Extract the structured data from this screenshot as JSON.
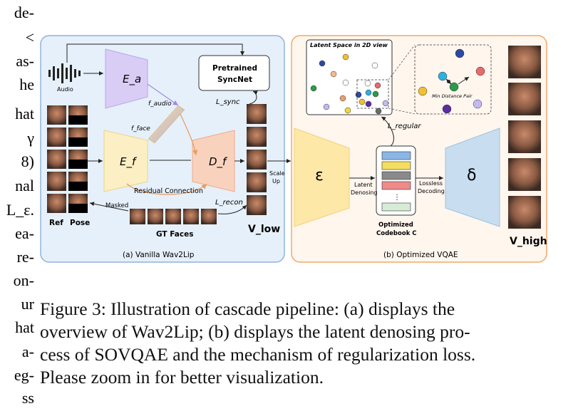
{
  "left_column_fragments": [
    "de-",
    "<",
    "as-",
    "he",
    "hat",
    "γ",
    "8)",
    "nal",
    "L_ε.",
    "ea-",
    "re-",
    "on-",
    "ur",
    "hat",
    "a-",
    "eg-",
    "ss"
  ],
  "figure": {
    "panel_a": {
      "caption": "(a) Vanilla Wav2Lip",
      "audio_label": "Audio",
      "audio_encoder": "E_a",
      "face_encoder": "E_f",
      "face_decoder": "D_f",
      "syncnet_line1": "Pretrained",
      "syncnet_line2": "SyncNet",
      "f_audio": "f_audio",
      "f_face": "f_face",
      "l_sync": "L_sync",
      "l_recon": "L_recon",
      "residual": "Residual Connection",
      "masked": "Masked",
      "ref": "Ref",
      "pose": "Pose",
      "gt_faces": "GT Faces",
      "v_low": "V_low",
      "scale_up_1": "Scale",
      "scale_up_2": "Up"
    },
    "panel_b": {
      "caption": "(b) Optimized VQAE",
      "latent_title": "Latent Space in 2D view",
      "min_distance": "Min Distance Pair",
      "l_regular": "L_regular",
      "encoder": "ε",
      "decoder": "δ",
      "latent_denosing_1": "Latent",
      "latent_denosing_2": "Denosing",
      "lossless_1": "Lossless",
      "lossless_2": "Decoding",
      "codebook_1": "Optimized",
      "codebook_2": "Codebook C",
      "v_high": "V_high"
    },
    "colors": {
      "panel_a_bg": "#e6f0fa",
      "panel_a_border": "#8fb4dc",
      "panel_b_bg": "#fff6ee",
      "panel_b_border": "#f0a86a",
      "audio_enc": "#d9cdf6",
      "face_enc": "#fcefc4",
      "face_dec": "#f9d2bd",
      "vq_enc": "#fde8a8",
      "vq_dec": "#c8ddf0"
    }
  },
  "caption": {
    "lines": [
      "Figure 3: Illustration of cascade pipeline: (a) displays the",
      "overview of Wav2Lip; (b) displays the latent denosing pro-",
      "cess of SOVQAE and the mechanism of regularization loss.",
      "Please zoom in for better visualization."
    ]
  }
}
